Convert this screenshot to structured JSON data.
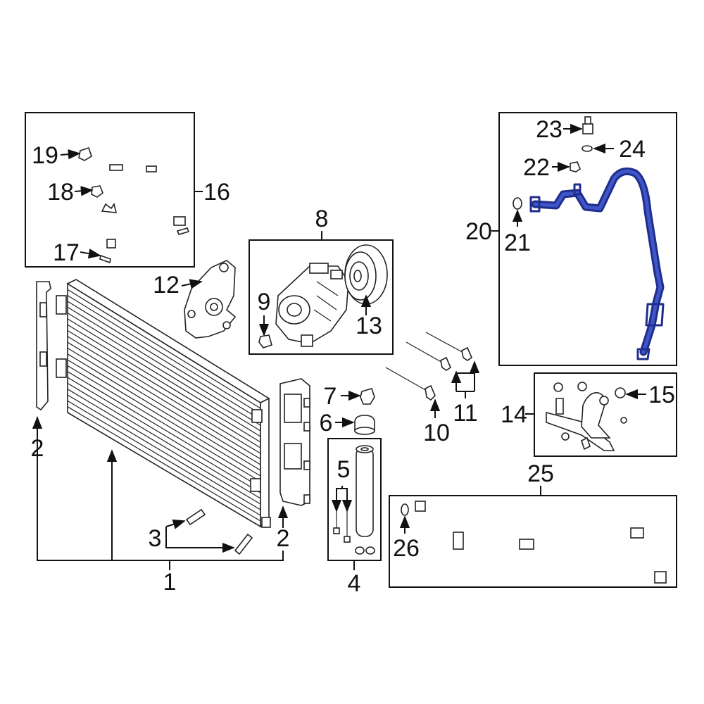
{
  "callouts": {
    "c1": "1",
    "c2a": "2",
    "c2b": "2",
    "c3": "3",
    "c4": "4",
    "c5": "5",
    "c6": "6",
    "c7": "7",
    "c8": "8",
    "c9": "9",
    "c10": "10",
    "c11": "11",
    "c12": "12",
    "c13": "13",
    "c14": "14",
    "c15": "15",
    "c16": "16",
    "c17": "17",
    "c18": "18",
    "c19": "19",
    "c20": "20",
    "c21": "21",
    "c22": "22",
    "c23": "23",
    "c24": "24",
    "c25": "25",
    "c26": "26"
  },
  "colors": {
    "highlight": "#1f2e8c",
    "highlight_inner": "#3f55c8",
    "line": "#111111"
  }
}
